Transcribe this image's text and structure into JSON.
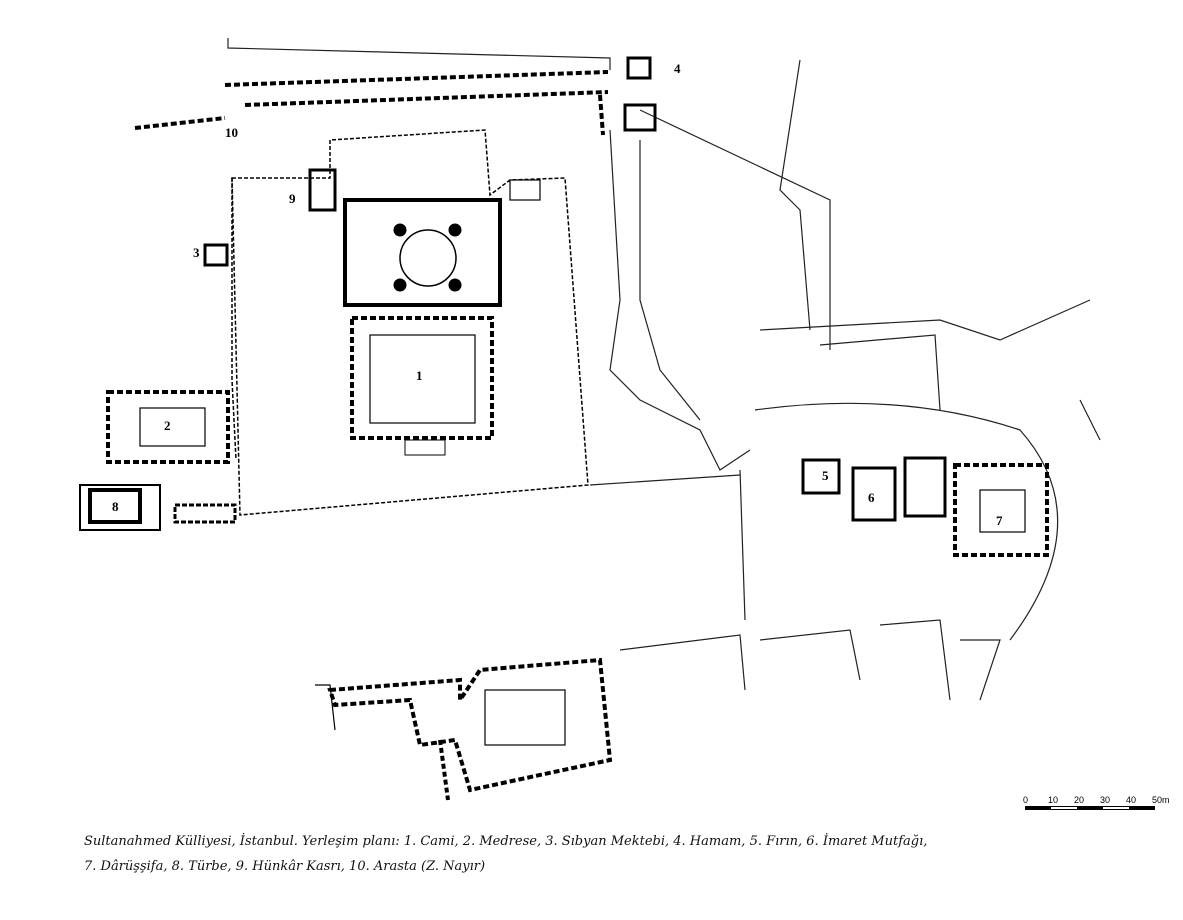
{
  "plan": {
    "labels": [
      "1",
      "2",
      "3",
      "4",
      "5",
      "6",
      "7",
      "8",
      "9",
      "10"
    ]
  },
  "scale_bar": {
    "ticks": [
      "0",
      "10",
      "20",
      "30",
      "40",
      "50m"
    ]
  },
  "caption": {
    "line1": "Sultanahmed Külliyesi, İstanbul. Yerleşim planı: 1. Cami, 2. Medrese, 3. Sıbyan Mektebi, 4. Hamam, 5. Fırın, 6. İmaret Mutfağı,",
    "line2": "7. Dârüşşifa, 8. Türbe, 9. Hünkâr Kasrı, 10. Arasta (Z. Nayır)"
  }
}
